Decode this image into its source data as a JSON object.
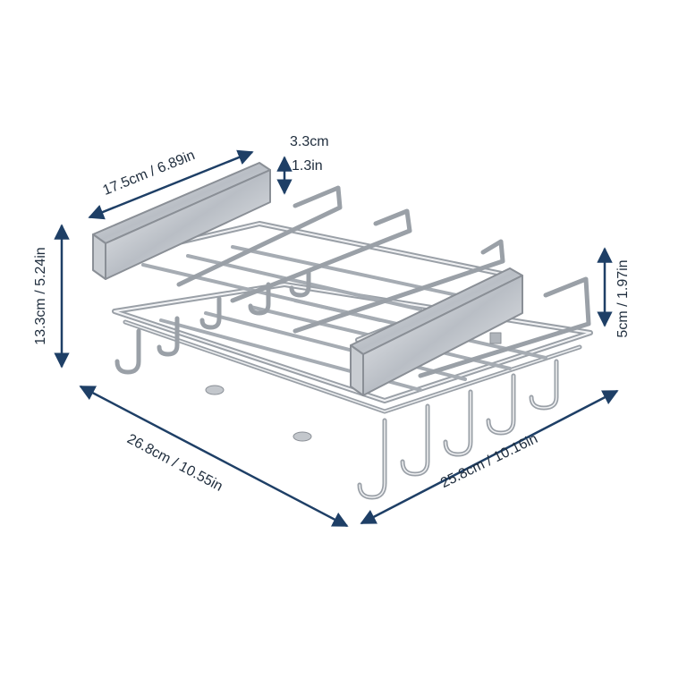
{
  "dimensions": {
    "top_width": "17.5cm / 6.89in",
    "top_thickness_cm": "3.3cm",
    "top_thickness_in": "1.3in",
    "total_height": "13.3cm / 5.24in",
    "side_height": "5cm / 1.97in",
    "depth": "26.8cm / 10.55in",
    "width": "25.8cm / 10.16in"
  },
  "colors": {
    "arrow": "#1e3f66",
    "label_text": "#1f2d3d",
    "chrome_dark": "#8a8f96",
    "chrome_light": "#e9ecef",
    "background": "#ffffff"
  }
}
